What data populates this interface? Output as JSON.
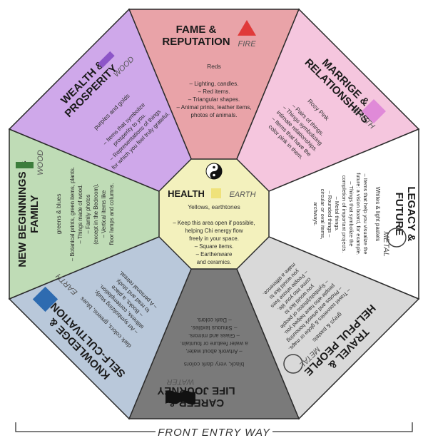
{
  "sections": {
    "fame": {
      "title_lines": [
        "FAME &",
        "REPUTATION"
      ],
      "element": "FIRE",
      "colors": "Reds",
      "items": [
        "– Lighting, candles.",
        "– Red items.",
        "– Triangular shapes.",
        "– Animal prints, leather items,",
        "photos of animals."
      ],
      "fill": "#e9a3a8"
    },
    "marriage": {
      "title_lines": [
        "MARRIGE &",
        "RELATIONSHIPS"
      ],
      "element": "EARTH",
      "colors": "Rosy Pink",
      "items": [
        "– Pairs of things.",
        "– Things symbolizing",
        "intimate relationships.",
        "– Items that have the",
        "color pink in them."
      ],
      "fill": "#f5c6de"
    },
    "legacy": {
      "title_lines": [
        "LEGACY &",
        "FUTURE"
      ],
      "element": "METAL",
      "colors": "Whites & light pastels",
      "items": [
        "– Items that help you visualize the",
        "future: a vision board, for example.",
        "– Things that symbolize the",
        "completion of important projects.",
        "– Metal things.",
        "– Rounded things –",
        "circular or oval items,",
        "archways."
      ],
      "fill": "#ffffff"
    },
    "travel": {
      "title_lines": [
        "TRAVEL &",
        "HELPFUL PEOPLE"
      ],
      "element": "METAL",
      "colors": "greys & pastels",
      "items": [
        "– Travel souvenirs & globe or maps.",
        "– Photos and artwork honouring",
        "people who have helped you.",
        "– Symbols/photos of people",
        "you would like to",
        "come into your life.",
        "– People whose lives",
        "you would like to",
        "make a difference."
      ],
      "fill": "#d9d9d9"
    },
    "career": {
      "title_lines": [
        "CAREER &",
        "LIFE JOURNEY"
      ],
      "element": "WATER",
      "colors": "black, very dark colors",
      "items": [
        "– Artwork about water,",
        "a water feature or fountain.",
        "– Glass and mirrors.",
        "– Sinuous textiles.",
        "– Dark colors."
      ],
      "fill": "#7a7a7a"
    },
    "knowledge": {
      "title_lines": [
        "KNOWLEDGE &",
        "SELF-CULTIVATION"
      ],
      "element": "EARTH",
      "colors": "dark colors, greens, blues",
      "items": [
        "– Art symbolizing study,",
        "stillness, contemplation.",
        "– Books, a place",
        "to read and study.",
        "– A personal retreat."
      ],
      "fill": "#b9c8da"
    },
    "beginnings": {
      "title_lines": [
        "NEW BEGINNINGS &",
        "FAMILY"
      ],
      "element": "WOOD",
      "colors": "greens & blues",
      "items": [
        "– Botanical prints, green items, plants.",
        "– Things made of wood.",
        "– Family photos",
        "(except in the Bedroom).",
        "– Vertical items like",
        "floor lamps and columns."
      ],
      "fill": "#bfdcb6"
    },
    "wealth": {
      "title_lines": [
        "WEALTH &",
        "PROSPERITY"
      ],
      "element": "WOOD",
      "colors": "purples and golds",
      "items": [
        "– Items that symbolize",
        "prosperity to you.",
        "– Representations of things",
        "for which you feel truly grateful."
      ],
      "fill": "#cfa8ea"
    },
    "health": {
      "title": "HEALTH",
      "element": "EARTH",
      "colors": "Yellows, earthtones",
      "items": [
        "– Keep this area open if possible,",
        "helping Chi energy flow",
        "freely in your space.",
        "– Square items.",
        "– Earthenware",
        "and ceramics."
      ],
      "fill": "#f3f1bd"
    }
  },
  "symbol_colors": {
    "fire": "#e03a3a",
    "earth_pink": "#e08ad8",
    "wood_purple": "#8d55c8",
    "wood_green": "#3c7d3c",
    "earth_blue": "#2e6bb0",
    "earth_yellow": "#efe27a",
    "water": "#111111"
  },
  "footer": {
    "label": "FRONT ENTRY WAY"
  }
}
